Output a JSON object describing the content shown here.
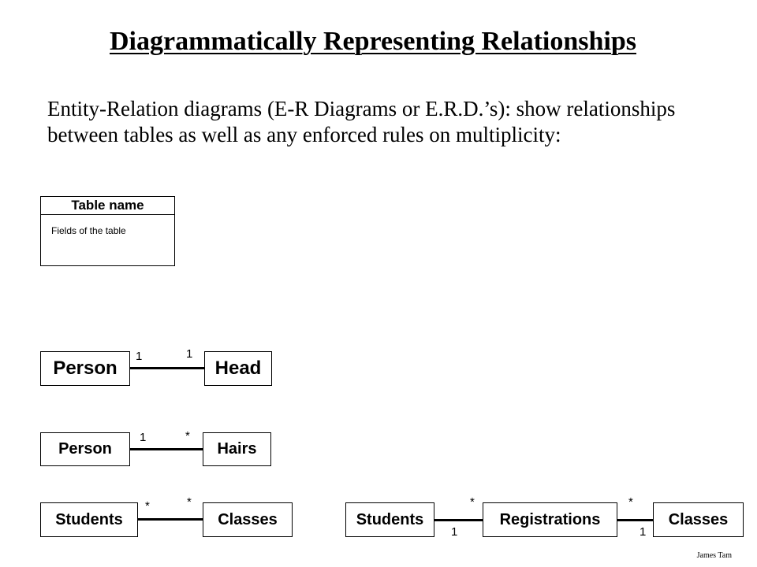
{
  "title": "Diagrammatically Representing Relationships",
  "intro": "Entity-Relation diagrams (E-R Diagrams or E.R.D.’s): show relationships between tables as well as any enforced rules on multiplicity:",
  "table_example": {
    "header": "Table name",
    "fields": "Fields of the table"
  },
  "relations": {
    "person_head": {
      "left": "Person",
      "right": "Head",
      "left_mult": "1",
      "right_mult": "1"
    },
    "person_hairs": {
      "left": "Person",
      "right": "Hairs",
      "left_mult": "1",
      "right_mult": "*"
    },
    "students_classes": {
      "left": "Students",
      "right": "Classes",
      "left_mult": "*",
      "right_mult": "*"
    },
    "registrations": {
      "left": "Students",
      "middle": "Registrations",
      "right": "Classes",
      "left_top": "*",
      "left_bottom": "1",
      "right_top": "*",
      "right_bottom": "1"
    }
  },
  "author": "James Tam"
}
